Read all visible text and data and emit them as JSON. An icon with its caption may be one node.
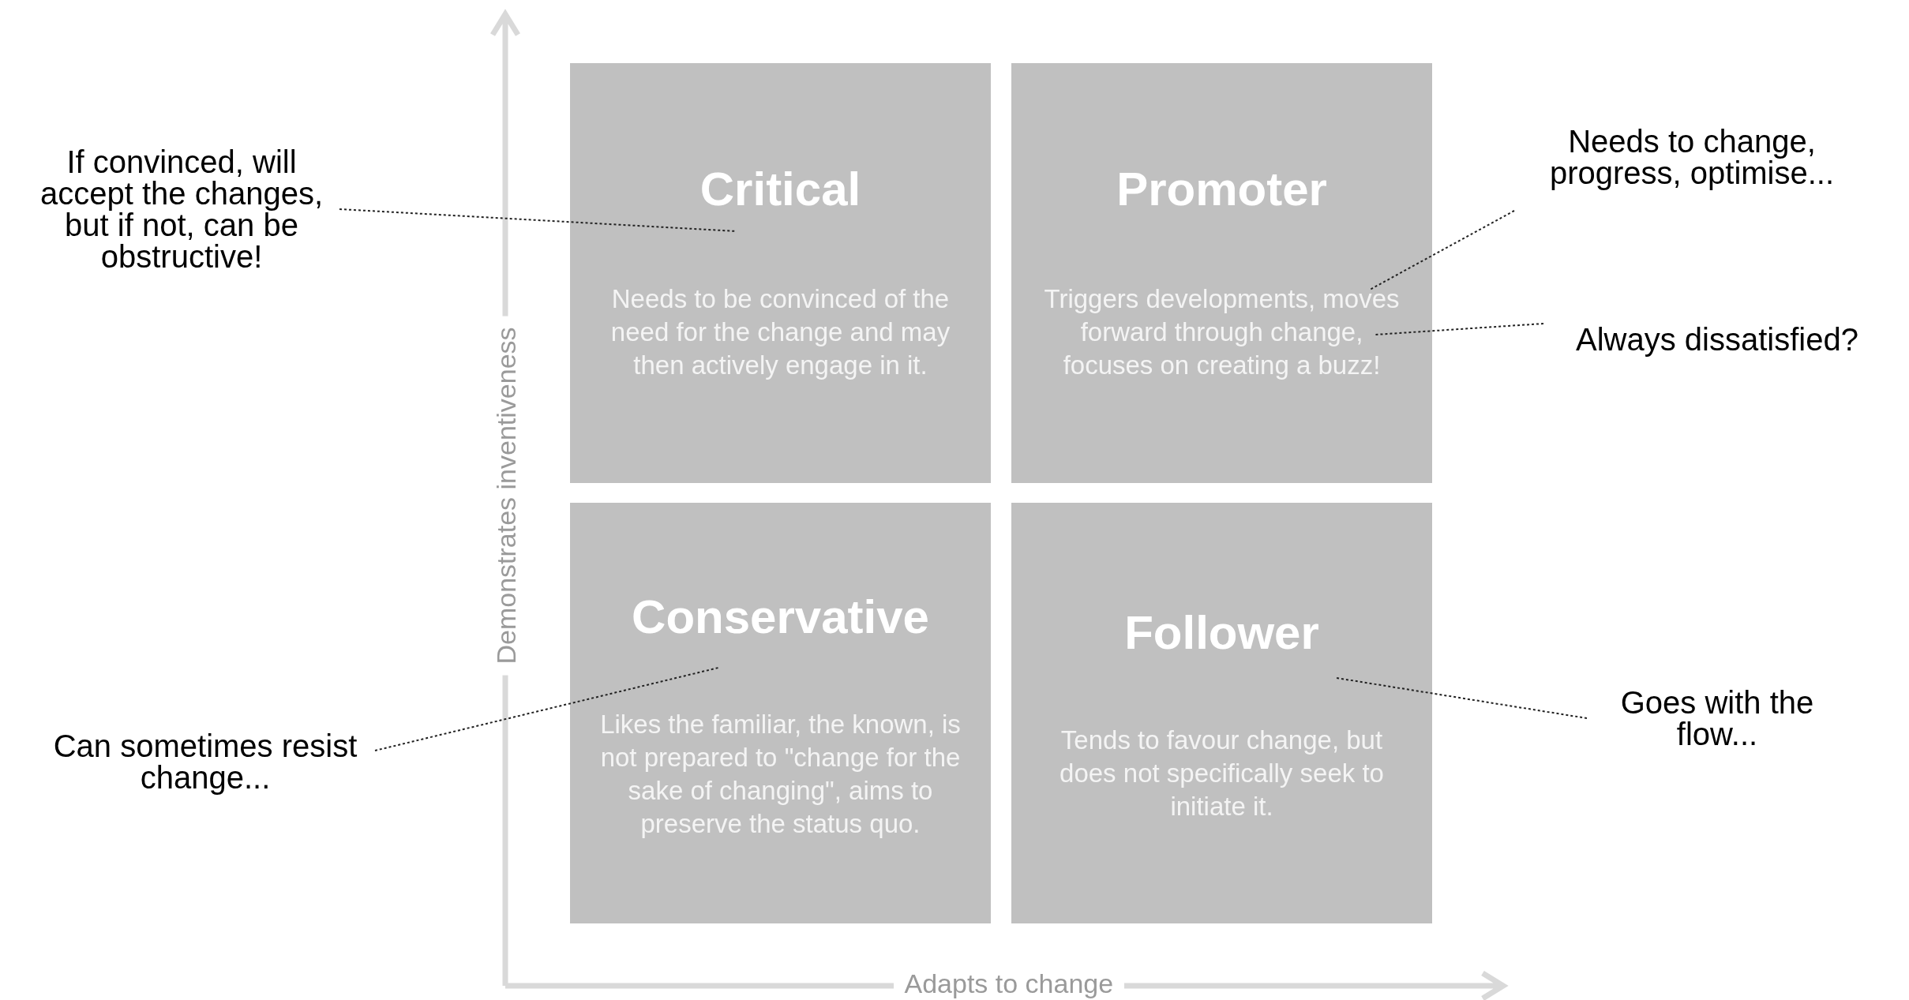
{
  "diagram": {
    "nodes": [
      {
        "text": [
          "Critical",
          "Needs to be convinced of the need for the change and may then actively engage in it."
        ]
      },
      {
        "text": [
          "Promoter",
          "Triggers developments, moves forward through change, focuses on creating a buzz!"
        ]
      },
      {
        "text": [
          "Conservative",
          "Likes the familiar, the known, is not prepared to \"change for the sake of changing\", aims to preserve the status quo."
        ]
      },
      {
        "text": [
          "Follower",
          "Tends to favour change, but does not specifically seek to initiate it."
        ]
      },
      {
        "text": [
          "If convinced, will accept the changes, but if not, can be obstructive!"
        ]
      },
      {
        "text": [
          "Needs to change, progress, optimise..."
        ]
      },
      {
        "text": [
          "Always dissatisfied?"
        ]
      },
      {
        "text": [
          "Goes with the flow..."
        ]
      },
      {
        "text": [
          "Can sometimes resist change..."
        ]
      }
    ],
    "edges": [
      {
        "from": 4,
        "to": 0,
        "arrow": "none"
      },
      {
        "from": 5,
        "to": 1,
        "arrow": "none"
      },
      {
        "from": 6,
        "to": 1,
        "arrow": "none"
      },
      {
        "from": 7,
        "to": 3,
        "arrow": "none"
      },
      {
        "from": 8,
        "to": 2,
        "arrow": "none"
      }
    ],
    "labels": [
      "Demonstrates inventiveness",
      "Adapts to change"
    ]
  }
}
